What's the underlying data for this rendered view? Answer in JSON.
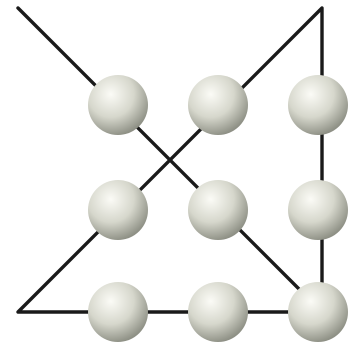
{
  "colors": {
    "background": "#ffffff",
    "line": "#1a1a1a",
    "sphere_highlight": "#fbfbf6",
    "sphere_mid": "#d6d7cc",
    "sphere_shadow": "#8e9085"
  },
  "grid": {
    "rows": 3,
    "cols": 3,
    "dot_icon": "sphere-icon",
    "dot_count": 9
  }
}
